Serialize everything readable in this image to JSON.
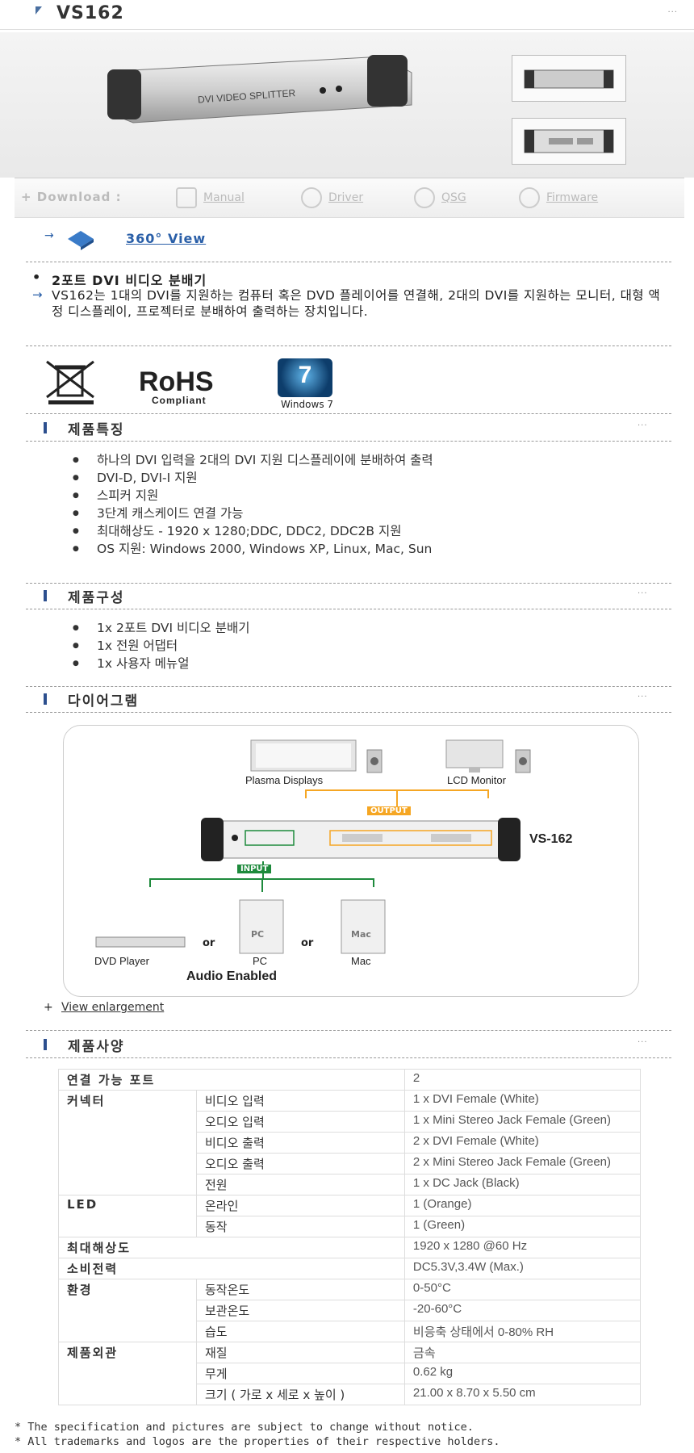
{
  "product_title": "VS162",
  "more_icon": "···",
  "download": {
    "label": "+ Download :",
    "items": [
      {
        "label": "Manual",
        "icon": "manual-icon"
      },
      {
        "label": "Driver",
        "icon": "driver-icon"
      },
      {
        "label": "QSG",
        "icon": "qsg-icon"
      },
      {
        "label": "Firmware",
        "icon": "firmware-icon"
      }
    ]
  },
  "view360": "360° View",
  "intro": {
    "heading": "2포트 DVI 비디오 분배기",
    "body": "VS162는 1대의 DVI를 지원하는 컴퓨터 혹은 DVD 플레이어를 연결해, 2대의 DVI를 지원하는 모니터, 대형 액정 디스플레이, 프로젝터로 분배하여 출력하는 장치입니다."
  },
  "badges": {
    "rohs": "RoHS",
    "rohs_sub": "Compliant",
    "win7": "Windows 7",
    "win7_num": "7"
  },
  "sections": {
    "features": "제품특징",
    "package": "제품구성",
    "diagram": "다이어그램",
    "specs": "제품사양"
  },
  "features": [
    "하나의 DVI 입력을 2대의 DVI 지원 디스플레이에 분배하여 출력",
    "DVI-D, DVI-I 지원",
    "스피커 지원",
    "3단계 캐스케이드 연결 가능",
    "최대해상도 - 1920 x 1280;DDC, DDC2, DDC2B 지원",
    "OS 지원: Windows 2000, Windows XP, Linux, Mac, Sun"
  ],
  "package": [
    "1x 2포트 DVI 비디오 분배기",
    "1x 전원 어댑터",
    "1x 사용자 메뉴얼"
  ],
  "diagram": {
    "plasma": "Plasma Displays",
    "lcd": "LCD Monitor",
    "output": "OUTPUT",
    "input": "INPUT",
    "model": "VS-162",
    "dvd": "DVD Player",
    "or1": "or",
    "pc": "PC",
    "or2": "or",
    "mac": "Mac",
    "audio": "Audio Enabled",
    "pc_case": "PC",
    "mac_case": "Mac",
    "view_enlarge": "View enlargement"
  },
  "specs": {
    "rows": [
      {
        "h": "연결 가능 포트",
        "s": "",
        "v": "2"
      },
      {
        "h": "커넥터",
        "s": "비디오 입력",
        "v": "1 x DVI Female (White)"
      },
      {
        "h": "",
        "s": "오디오 입력",
        "v": "1 x Mini Stereo Jack Female (Green)"
      },
      {
        "h": "",
        "s": "비디오 출력",
        "v": "2 x DVI Female (White)"
      },
      {
        "h": "",
        "s": "오디오 출력",
        "v": "2 x Mini Stereo Jack Female (Green)"
      },
      {
        "h": "",
        "s": "전원",
        "v": "1 x DC Jack (Black)"
      },
      {
        "h": "LED",
        "s": "온라인",
        "v": "1 (Orange)"
      },
      {
        "h": "",
        "s": "동작",
        "v": "1 (Green)"
      },
      {
        "h": "최대해상도",
        "s": "",
        "v": "1920 x 1280 @60 Hz"
      },
      {
        "h": "소비전력",
        "s": "",
        "v": "DC5.3V,3.4W (Max.)"
      },
      {
        "h": "환경",
        "s": "동작온도",
        "v": "0-50°C"
      },
      {
        "h": "",
        "s": "보관온도",
        "v": "-20-60°C"
      },
      {
        "h": "",
        "s": "습도",
        "v": "비응축 상태에서 0-80% RH"
      },
      {
        "h": "제품외관",
        "s": "재질",
        "v": "금속"
      },
      {
        "h": "",
        "s": "무게",
        "v": "0.62 kg"
      },
      {
        "h": "",
        "s": "크기 ( 가로 x 세로 x 높이 )",
        "v": "21.00 x 8.70 x 5.50 cm"
      }
    ]
  },
  "footnotes": [
    "* The specification and pictures are subject to change without notice.",
    "* All trademarks and logos are the properties of their respective holders."
  ],
  "colors": {
    "accent": "#2c4f8e",
    "output": "#f5a623",
    "input": "#1e8a3c"
  }
}
